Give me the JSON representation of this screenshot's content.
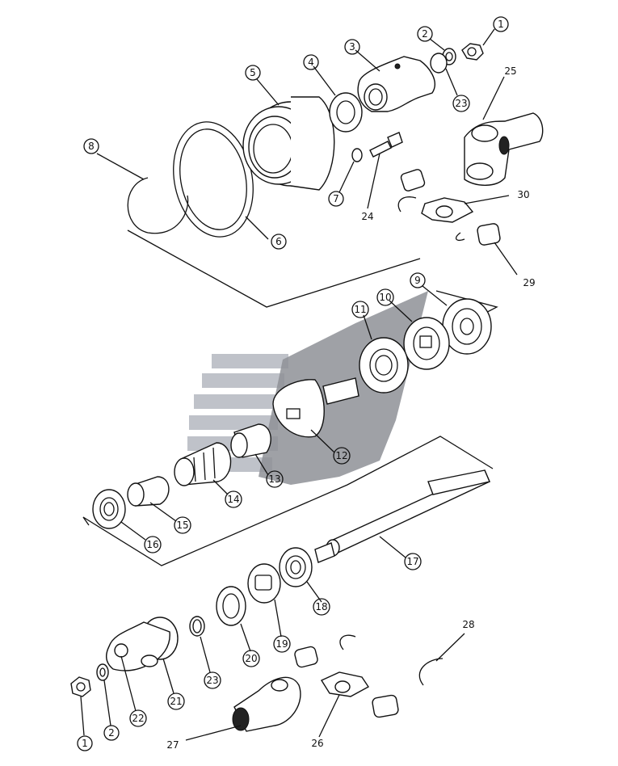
{
  "diagram": {
    "watermark_colors": {
      "stripes": "#b9bcc4",
      "shield": "#8e9097"
    },
    "parts": [
      {
        "id": "callout-1-top",
        "label": "1",
        "circled": true
      },
      {
        "id": "callout-2-top",
        "label": "2",
        "circled": true
      },
      {
        "id": "callout-3",
        "label": "3",
        "circled": true
      },
      {
        "id": "callout-4",
        "label": "4",
        "circled": true
      },
      {
        "id": "callout-5",
        "label": "5",
        "circled": true
      },
      {
        "id": "callout-6",
        "label": "6",
        "circled": true
      },
      {
        "id": "callout-7",
        "label": "7",
        "circled": true
      },
      {
        "id": "callout-8",
        "label": "8",
        "circled": true
      },
      {
        "id": "callout-9",
        "label": "9",
        "circled": true
      },
      {
        "id": "callout-10",
        "label": "10",
        "circled": true
      },
      {
        "id": "callout-11",
        "label": "11",
        "circled": true
      },
      {
        "id": "callout-12",
        "label": "12",
        "circled": true
      },
      {
        "id": "callout-13",
        "label": "13",
        "circled": true
      },
      {
        "id": "callout-14",
        "label": "14",
        "circled": true
      },
      {
        "id": "callout-15",
        "label": "15",
        "circled": true
      },
      {
        "id": "callout-16",
        "label": "16",
        "circled": true
      },
      {
        "id": "callout-17",
        "label": "17",
        "circled": true
      },
      {
        "id": "callout-18",
        "label": "18",
        "circled": true
      },
      {
        "id": "callout-19",
        "label": "19",
        "circled": true
      },
      {
        "id": "callout-20",
        "label": "20",
        "circled": true
      },
      {
        "id": "callout-21",
        "label": "21",
        "circled": true
      },
      {
        "id": "callout-22",
        "label": "22",
        "circled": true
      },
      {
        "id": "callout-23-top",
        "label": "23",
        "circled": true
      },
      {
        "id": "callout-23-bot",
        "label": "23",
        "circled": true
      },
      {
        "id": "callout-2-bot",
        "label": "2",
        "circled": true
      },
      {
        "id": "callout-1-bot",
        "label": "1",
        "circled": true
      },
      {
        "id": "label-24",
        "label": "24",
        "circled": false
      },
      {
        "id": "label-25",
        "label": "25",
        "circled": false
      },
      {
        "id": "label-26",
        "label": "26",
        "circled": false
      },
      {
        "id": "label-27",
        "label": "27",
        "circled": false
      },
      {
        "id": "label-28",
        "label": "28",
        "circled": false
      },
      {
        "id": "label-29",
        "label": "29",
        "circled": false
      },
      {
        "id": "label-30",
        "label": "30",
        "circled": false
      }
    ]
  }
}
